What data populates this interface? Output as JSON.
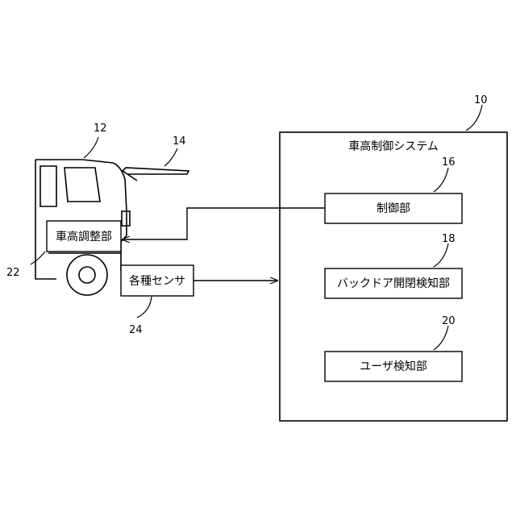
{
  "system": {
    "ref": "10",
    "title": "車高制御システム",
    "blocks": [
      {
        "ref": "16",
        "label": "制御部"
      },
      {
        "ref": "18",
        "label": "バックドア開閉検知部"
      },
      {
        "ref": "20",
        "label": "ユーザ検知部"
      }
    ]
  },
  "vehicle": {
    "ref": "12",
    "backdoor_ref": "14",
    "height_adjuster": {
      "ref": "22",
      "label": "車高調整部"
    },
    "sensors": {
      "ref": "24",
      "label": "各種センサ"
    }
  }
}
